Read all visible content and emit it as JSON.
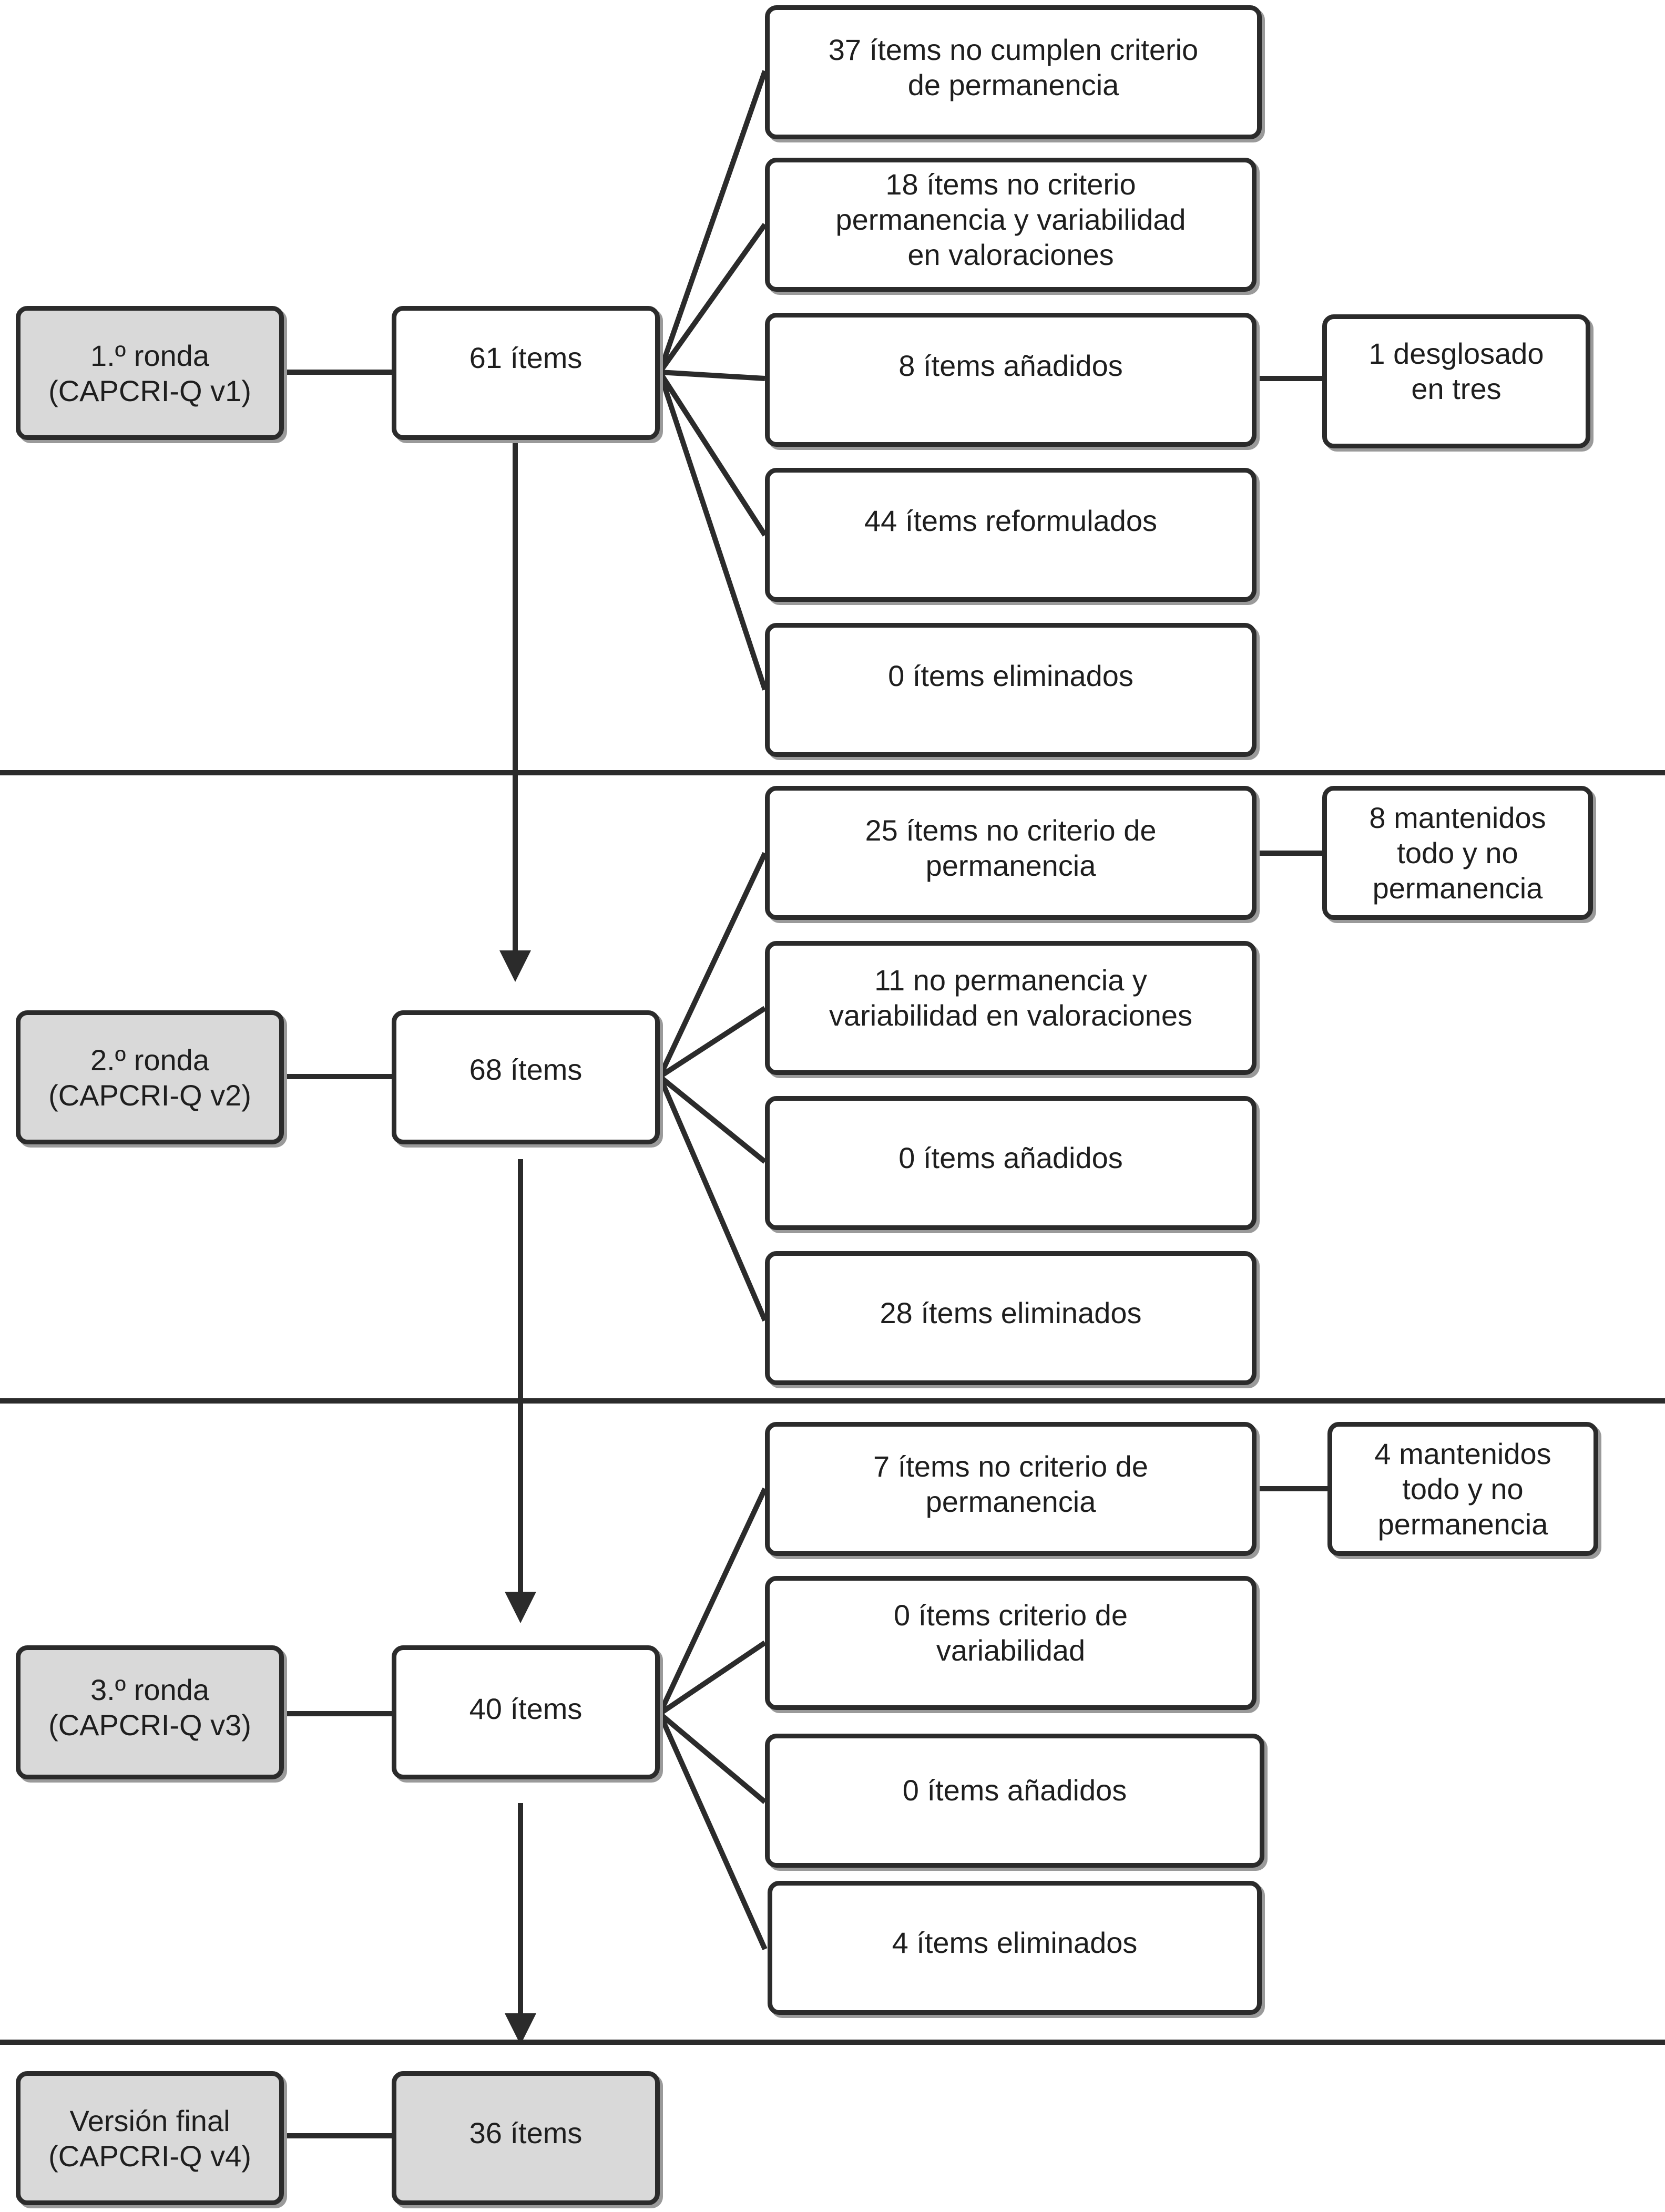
{
  "rounds": [
    {
      "label": "1.º ronda\n(CAPCRI-Q v1)",
      "count": "61 ítems",
      "outcomes": [
        "37 ítems no cumplen criterio\nde permanencia",
        "18 ítems no criterio\npermanencia y variabilidad\nen valoraciones",
        "8 ítems añadidos",
        "44 ítems reformulados",
        "0 ítems eliminados"
      ],
      "note": "1 desglosado\nen tres"
    },
    {
      "label": "2.º ronda\n(CAPCRI-Q v2)",
      "count": "68 ítems",
      "outcomes": [
        "25 ítems no criterio de\npermanencia",
        "11 no permanencia y\nvariabilidad en valoraciones",
        "0 ítems añadidos",
        "28 ítems eliminados"
      ],
      "note": "8 mantenidos\ntodo y no\npermanencia"
    },
    {
      "label": "3.º ronda\n(CAPCRI-Q v3)",
      "count": "40 ítems",
      "outcomes": [
        "7 ítems no criterio de\npermanencia",
        "0 ítems criterio de\nvariabilidad",
        "0 ítems añadidos",
        "4 ítems eliminados"
      ],
      "note": "4 mantenidos\ntodo y no\npermanencia"
    }
  ],
  "final": {
    "label": "Versión final\n(CAPCRI-Q v4)",
    "count": "36 ítems"
  }
}
